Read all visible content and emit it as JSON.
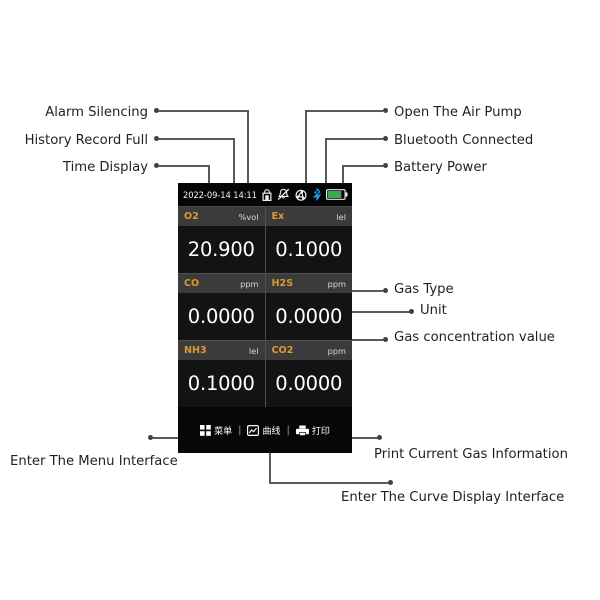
{
  "device": {
    "status_bar": {
      "timestamp": "2022-09-14 14:11",
      "icons": [
        {
          "name": "history-record-full-icon",
          "label": "History Record Full"
        },
        {
          "name": "alarm-silencing-icon",
          "label": "Alarm Silencing"
        },
        {
          "name": "air-pump-icon",
          "label": "Open The Air Pump"
        },
        {
          "name": "bluetooth-icon",
          "label": "Bluetooth Connected"
        },
        {
          "name": "battery-icon",
          "label": "Battery Power"
        }
      ]
    },
    "gas_readings": [
      [
        {
          "gas": "O2",
          "unit": "%vol",
          "value": "20.900"
        },
        {
          "gas": "Ex",
          "unit": "lel",
          "value": "0.1000"
        }
      ],
      [
        {
          "gas": "CO",
          "unit": "ppm",
          "value": "0.0000"
        },
        {
          "gas": "H2S",
          "unit": "ppm",
          "value": "0.0000"
        }
      ],
      [
        {
          "gas": "NH3",
          "unit": "lel",
          "value": "0.1000"
        },
        {
          "gas": "CO2",
          "unit": "ppm",
          "value": "0.0000"
        }
      ]
    ],
    "toolbar": {
      "menu_label": "菜单",
      "curve_label": "曲线",
      "print_label": "打印",
      "separator": "|"
    },
    "colors": {
      "screen_bg": "#0b0b0b",
      "gas_name": "#d99a32",
      "value_text": "#ffffff",
      "header_bg": "#3b3b3b",
      "bluetooth": "#1e9ff0",
      "battery_fill": "#3faa54"
    }
  },
  "annotations": {
    "alarm_silencing": "Alarm Silencing",
    "history_record_full": "History Record Full",
    "time_display": "Time Display",
    "open_the_air_pump": "Open The Air Pump",
    "bluetooth_connected": "Bluetooth Connected",
    "battery_power": "Battery Power",
    "gas_type": "Gas Type",
    "unit": "Unit",
    "gas_concentration_value": "Gas concentration value",
    "enter_the_menu_interface": "Enter The Menu Interface",
    "print_current_gas_information": "Print Current Gas Information",
    "enter_the_curve_display_interface": "Enter The Curve Display Interface"
  }
}
